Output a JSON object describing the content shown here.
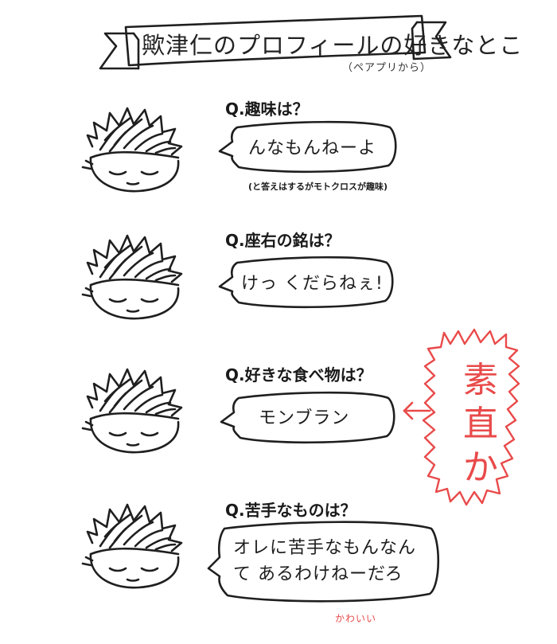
{
  "title": "歟津仁のプロフィールの好きなとこ",
  "subtitle": "（ペアプリから）",
  "qa": [
    {
      "question": "Q.趣味は？",
      "answer": "んなもんねーよ",
      "note": "(と答えはするがモトクロスが趣味)"
    },
    {
      "question": "Q.座右の銘は？",
      "answer": "けっ くだらねぇ!"
    },
    {
      "question": "Q.好きな食べ物は？",
      "answer": "モンブラン"
    },
    {
      "question": "Q.苦手なものは？",
      "answer": "オレに苦手なもんなんて あるわけねーだろ"
    }
  ],
  "red_note": "素直か",
  "cute_note": "かわいい",
  "colors": {
    "ink": "#1f1f1f",
    "accent_red": "#e94a4a"
  }
}
